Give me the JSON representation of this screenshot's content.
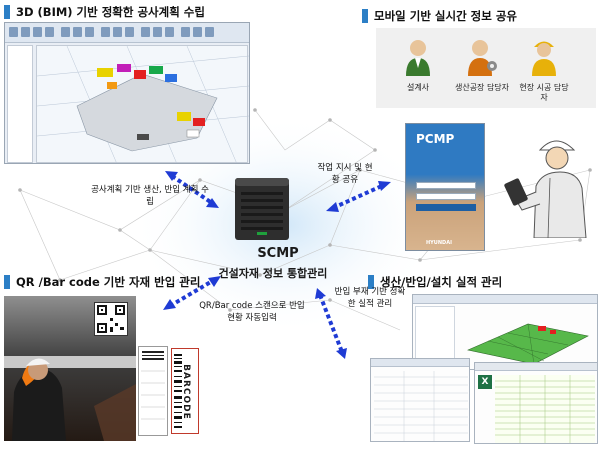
{
  "sections": {
    "bim": {
      "title": "3D (BIM) 기반 정확한 공사계획 수립"
    },
    "mobile": {
      "title": "모바일 기반 실시간 정보 공유"
    },
    "qr": {
      "title": "QR /Bar code 기반 자재 반입 관리"
    },
    "results": {
      "title": "생산/반입/설치 실적 관리"
    }
  },
  "roles": [
    {
      "label": "설계사",
      "icon": "designer-icon",
      "color": "#3a7a2e"
    },
    {
      "label": "생산공장 담당자",
      "icon": "factory-staff-icon",
      "color": "#d4700f"
    },
    {
      "label": "현장 시공 담당자",
      "icon": "site-worker-icon",
      "color": "#e7b10a"
    }
  ],
  "center": {
    "title": "SCMP",
    "subtitle": "건설자재 정보 통합관리",
    "icon": "server-icon"
  },
  "notes": {
    "mobile": "작업 지시 및 현황 공유",
    "bim": "공사계획 기반 생산, 반입 계획 수립",
    "qr": "QR/Bar code 스캔으로 반입 현황 자동입력",
    "results": "반입 부재 기반 정확한 실적 관리"
  },
  "pcmp": {
    "app_name": "PCMP",
    "brand": "HYUNDAI"
  },
  "barcode": {
    "text": "BARCODE"
  },
  "colors": {
    "accent": "#2c7fc6",
    "arrow": "#1f3bd4"
  }
}
